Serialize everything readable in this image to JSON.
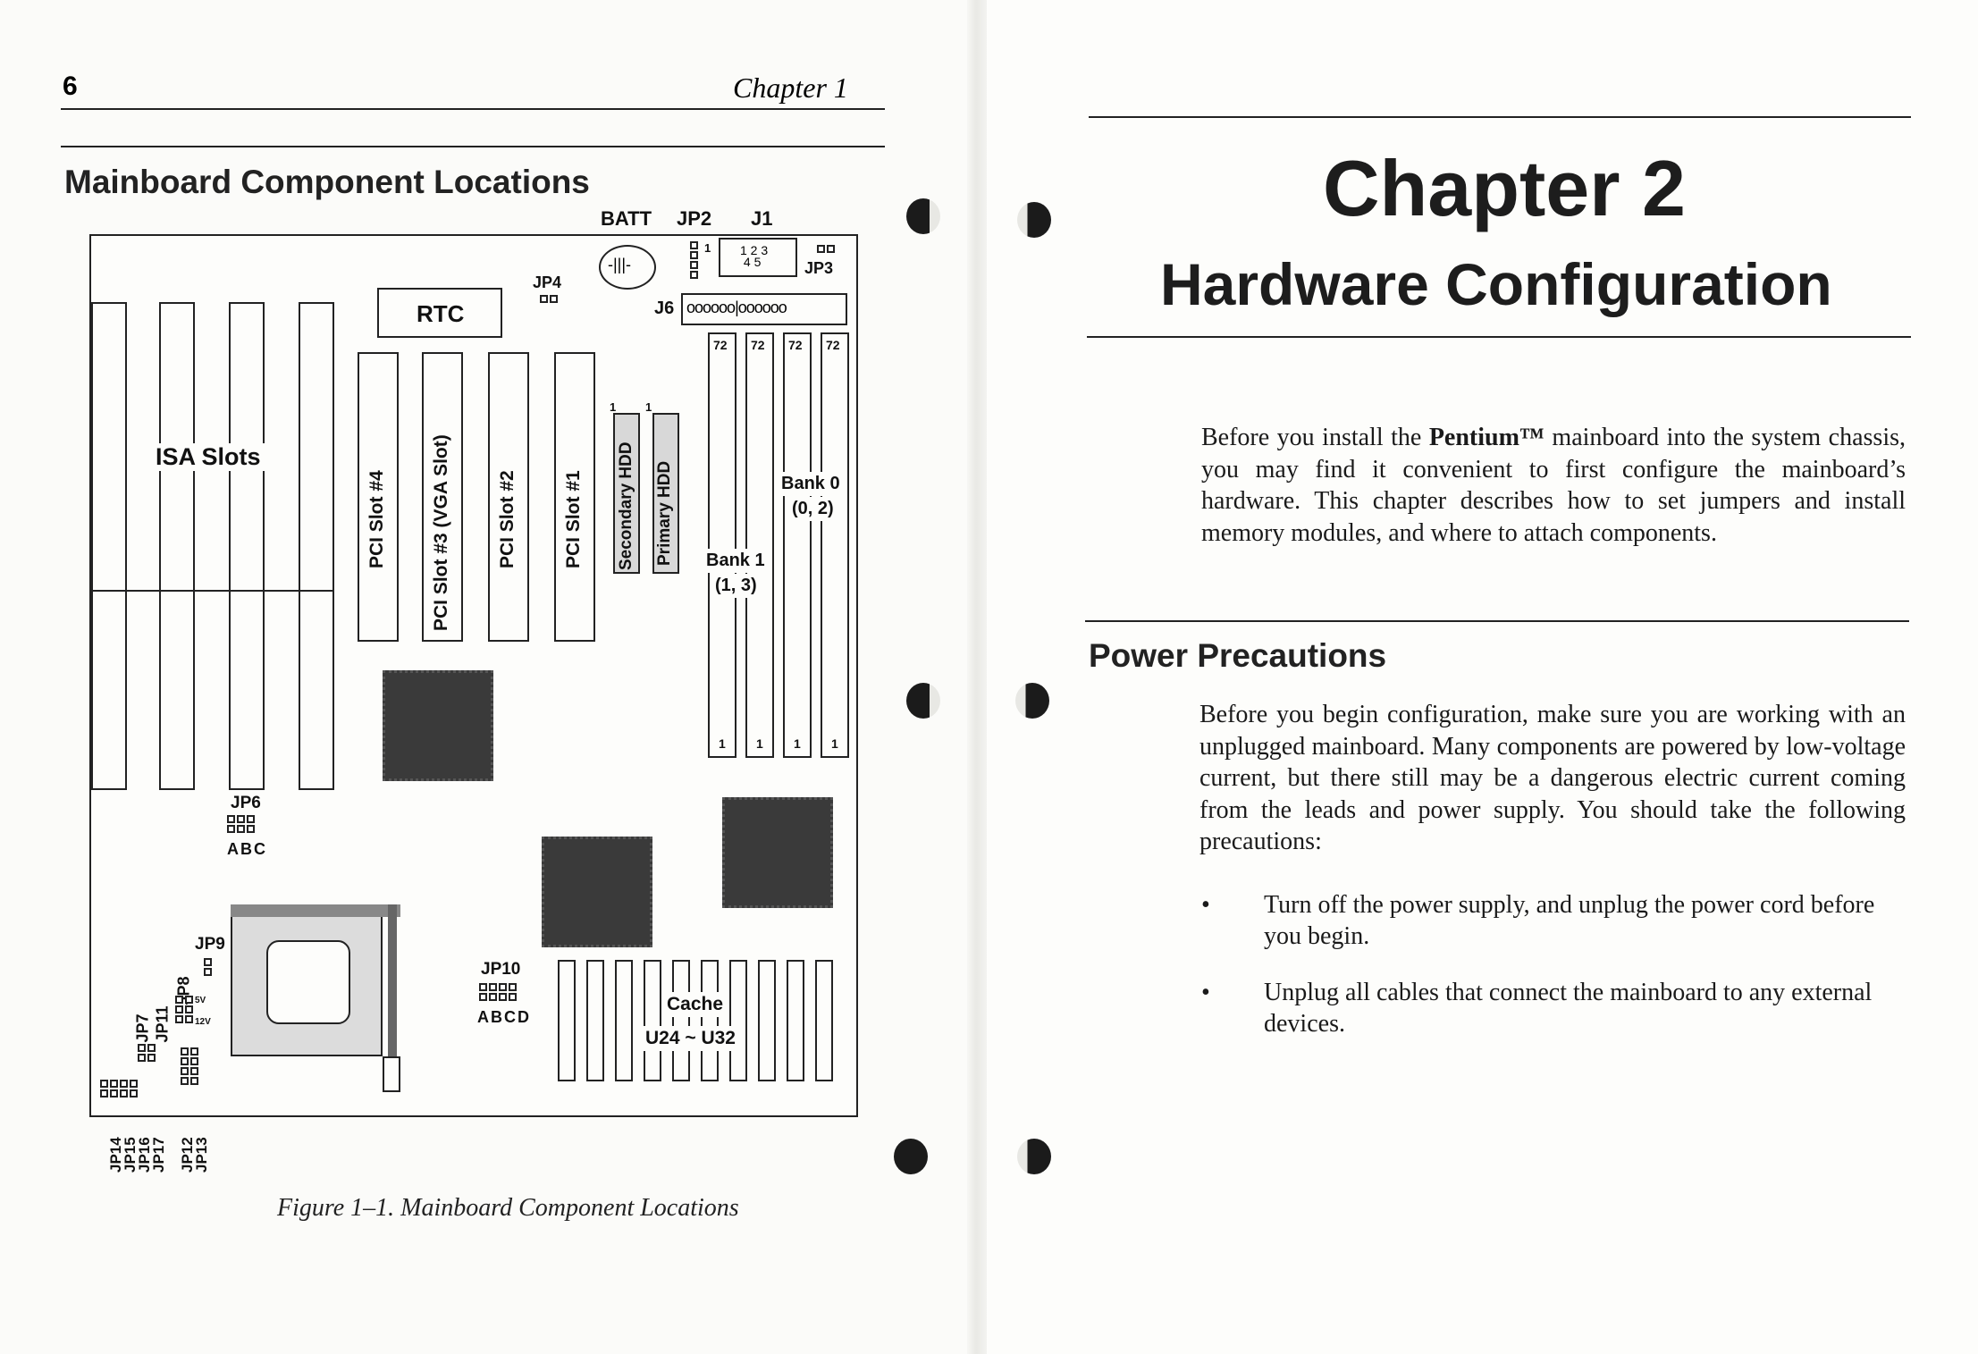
{
  "left_page": {
    "page_number": "6",
    "running_head": "Chapter 1",
    "section_title": "Mainboard Component Locations",
    "figure_caption": "Figure 1–1.  Mainboard Component Locations",
    "diagram": {
      "batt": "BATT",
      "jp2": "JP2",
      "j1": "J1",
      "j1_pins": "1 2 3\n 4 5",
      "jp3": "JP3",
      "jp4": "JP4",
      "rtc": "RTC",
      "j6": "J6",
      "isa_slots": "ISA Slots",
      "pci4": "PCI Slot #4",
      "pci3": "PCI Slot #3   (VGA Slot)",
      "pci2": "PCI Slot #2",
      "pci1": "PCI Slot #1",
      "secondary_hdd": "Secondary HDD",
      "primary_hdd": "Primary HDD",
      "simm_72": "72",
      "simm_1": "1",
      "bank0": "Bank 0",
      "bank0_sub": "(0, 2)",
      "bank1": "Bank 1",
      "bank1_sub": "(1, 3)",
      "jp6": "JP6",
      "abc": "ABC",
      "jp9": "JP9",
      "jp8": "JP8",
      "jp7": "JP7",
      "jp11": "JP11",
      "jp10": "JP10",
      "abcd": "ABCD",
      "cache": "Cache",
      "cache_range": "U24 ~ U32",
      "v5": "5V",
      "v12": "12V",
      "jp14": "JP14",
      "jp15": "JP15",
      "jp16": "JP16",
      "jp17": "JP17",
      "jp12": "JP12",
      "jp13": "JP13"
    }
  },
  "right_page": {
    "chapter_title": "Chapter 2",
    "chapter_subtitle": "Hardware Configuration",
    "intro_pre": "Before you install the ",
    "intro_bold": "Pentium™",
    "intro_post": " mainboard into the system chassis, you may find it convenient to first configure the mainboard’s hardware. This chapter describes how to set jumpers and install memory modules, and where to attach components.",
    "section_heading": "Power Precautions",
    "precautions_intro": "Before you begin configuration, make sure you are working with an unplugged mainboard. Many components are powered by low-voltage current, but there still may be a dangerous electric current coming from the leads and power supply. You should take the following precautions:",
    "bullet_char": "•",
    "bullets": [
      "Turn off the power supply, and unplug the power cord before you begin.",
      "Unplug all cables that connect the mainboard to any external devices."
    ]
  }
}
